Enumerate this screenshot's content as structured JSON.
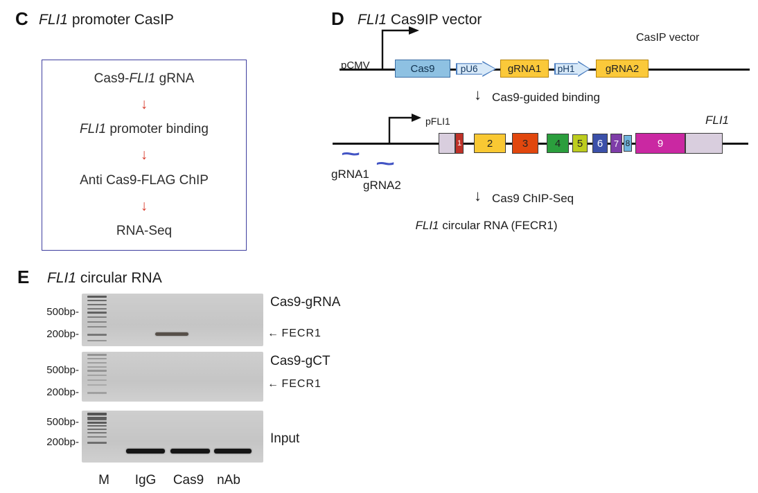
{
  "panelC": {
    "label": "C",
    "title": {
      "it": "FLI1",
      "rest": " promoter CasIP"
    },
    "arrow_glyph": "↓",
    "arrow_color": "#d93a2b",
    "steps": [
      {
        "pre": "Cas9-",
        "it": "FLI1",
        "post": " gRNA"
      },
      {
        "pre": "",
        "it": "FLI1",
        "post": " promoter binding"
      },
      {
        "pre": "Anti Cas9-FLAG ChIP",
        "it": "",
        "post": ""
      },
      {
        "pre": "RNA-Seq",
        "it": "",
        "post": ""
      }
    ]
  },
  "panelD": {
    "label": "D",
    "title": {
      "it": "FLI1",
      "rest": " Cas9IP vector"
    },
    "vector_row": {
      "promoter_label": "pCMV",
      "annotation": "CasIP vector",
      "elements": [
        {
          "label": "Cas9",
          "shape": "box",
          "fill": "#8ec1e2",
          "text_color": "#10324f"
        },
        {
          "label": "pU6",
          "shape": "block-arrow",
          "fill": "#d8e9f8",
          "text_color": "#163a63"
        },
        {
          "label": "gRNA1",
          "shape": "box",
          "fill": "#fbc93a",
          "text_color": "#222222"
        },
        {
          "label": "pH1",
          "shape": "block-arrow",
          "fill": "#d8e9f8",
          "text_color": "#163a63"
        },
        {
          "label": "gRNA2",
          "shape": "box",
          "fill": "#fbc93a",
          "text_color": "#222222"
        }
      ]
    },
    "step1": {
      "glyph": "↓",
      "text": "Cas9-guided binding"
    },
    "gene_row": {
      "promoter_label": "pFLI1",
      "gene_label": "FLI1",
      "squiggle_glyph": "~",
      "squiggle_color": "#4254c4",
      "grna1_label": "gRNA1",
      "grna2_label": "gRNA2",
      "utr_fill": "#d9cede",
      "exons": [
        {
          "n": "1",
          "fill": "#bf3128",
          "text_color": "#ffffff"
        },
        {
          "n": "2",
          "fill": "#f9c833",
          "text_color": "#222222"
        },
        {
          "n": "3",
          "fill": "#e1470e",
          "text_color": "#222222"
        },
        {
          "n": "4",
          "fill": "#2b9e3d",
          "text_color": "#222222"
        },
        {
          "n": "5",
          "fill": "#bdcd1e",
          "text_color": "#222222"
        },
        {
          "n": "6",
          "fill": "#3b50a9",
          "text_color": "#ffffff"
        },
        {
          "n": "7",
          "fill": "#7e3da8",
          "text_color": "#ffffff"
        },
        {
          "n": "8",
          "fill": "#6fb5de",
          "text_color": "#222222"
        },
        {
          "n": "9",
          "fill": "#ca28a2",
          "text_color": "#ffffff"
        }
      ]
    },
    "step2": {
      "glyph": "↓",
      "text": "Cas9 ChIP-Seq"
    },
    "caption": {
      "it": "FLI1",
      "rest": " circular RNA (FECR1)"
    }
  },
  "panelE": {
    "label": "E",
    "title": {
      "it": "FLI1",
      "rest": " circular RNA"
    },
    "gels": [
      {
        "name": "Cas9-gRNA",
        "marker_top": "500bp-",
        "marker_bottom": "200bp-",
        "pointer_arrow": "←",
        "pointer_label": "FECR1",
        "has_band": true
      },
      {
        "name": "Cas9-gCT",
        "marker_top": "500bp-",
        "marker_bottom": "200bp-",
        "pointer_arrow": "←",
        "pointer_label": "FECR1",
        "has_band": false
      },
      {
        "name": "Input",
        "marker_top": "500bp-",
        "marker_bottom": "200bp-",
        "has_band": true
      }
    ],
    "lane_labels": [
      "M",
      "IgG",
      "Cas9",
      "nAb"
    ]
  }
}
